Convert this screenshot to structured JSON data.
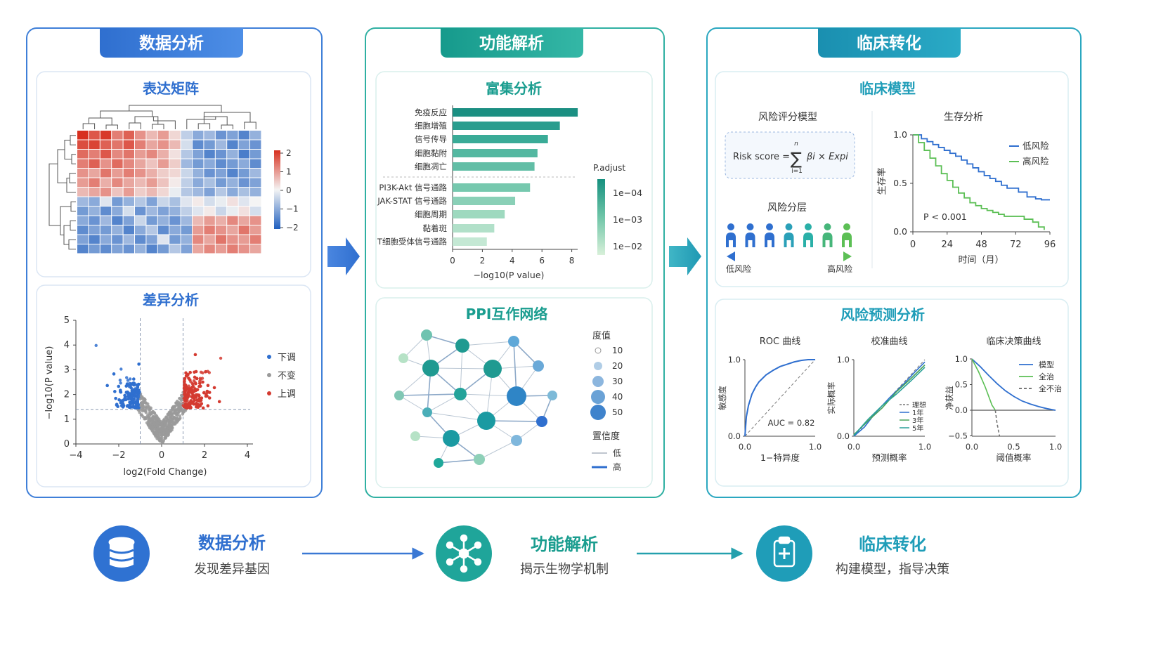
{
  "panels": [
    {
      "title": "数据分析",
      "color": "#2f72d2"
    },
    {
      "title": "功能解析",
      "color": "#1fa59a"
    },
    {
      "title": "临床转化",
      "color": "#1f9db8"
    }
  ],
  "expression": {
    "title": "表达矩阵",
    "legend_ticks": [
      "2",
      "1",
      "0",
      "−1",
      "−2"
    ],
    "matrix": [
      [
        2.0,
        1.6,
        1.9,
        1.2,
        1.5,
        1.0,
        0.6,
        0.9,
        0.3,
        -0.5,
        -1.0,
        -0.8,
        -1.3,
        -1.1,
        -1.5,
        -0.9
      ],
      [
        1.7,
        1.8,
        1.5,
        1.3,
        1.6,
        1.2,
        0.8,
        1.0,
        0.6,
        -0.3,
        -1.4,
        -1.2,
        -0.8,
        -1.5,
        -1.1,
        -1.3
      ],
      [
        1.4,
        1.2,
        1.6,
        1.1,
        1.3,
        0.9,
        1.1,
        0.7,
        0.2,
        -0.6,
        -1.1,
        -1.5,
        -1.3,
        -0.9,
        -1.6,
        -1.2
      ],
      [
        1.2,
        1.5,
        1.0,
        1.4,
        1.1,
        0.8,
        0.5,
        0.9,
        0.4,
        -0.8,
        -1.2,
        -1.0,
        -1.4,
        -1.2,
        -1.0,
        -1.4
      ],
      [
        1.0,
        0.8,
        1.3,
        0.9,
        1.2,
        1.0,
        0.7,
        0.4,
        0.3,
        -0.4,
        -0.9,
        -1.3,
        -1.1,
        -1.5,
        -1.2,
        -0.8
      ],
      [
        0.9,
        1.2,
        0.7,
        1.1,
        0.8,
        0.6,
        0.9,
        0.5,
        0.1,
        -0.5,
        -1.0,
        -0.7,
        -1.2,
        -0.9,
        -1.3,
        -1.1
      ],
      [
        0.6,
        0.8,
        1.0,
        0.5,
        0.9,
        0.4,
        0.6,
        0.3,
        -0.1,
        -0.6,
        -0.8,
        -1.1,
        -0.6,
        -1.0,
        -0.7,
        -0.9
      ],
      [
        -0.8,
        -1.0,
        -0.2,
        -1.2,
        -0.9,
        -0.6,
        -1.1,
        -0.4,
        -0.7,
        -0.2,
        0.1,
        -0.3,
        -0.1,
        0.2,
        -0.2,
        0.0
      ],
      [
        -1.2,
        -0.9,
        -1.4,
        -1.0,
        -0.3,
        -1.3,
        -0.8,
        -1.1,
        -0.9,
        -0.5,
        -0.2,
        0.1,
        -0.4,
        -0.1,
        0.2,
        -0.3
      ],
      [
        -1.0,
        -1.3,
        -0.8,
        -1.5,
        -1.1,
        -0.4,
        -1.2,
        -0.9,
        -1.3,
        -0.8,
        0.6,
        0.9,
        0.7,
        1.1,
        0.8,
        1.0
      ],
      [
        -1.4,
        -1.1,
        -1.2,
        -0.9,
        -1.5,
        -1.0,
        -0.6,
        -1.4,
        -1.0,
        -1.2,
        0.9,
        1.2,
        1.0,
        0.8,
        1.3,
        0.9
      ],
      [
        -1.1,
        -1.5,
        -1.0,
        -1.3,
        -0.8,
        -1.4,
        -1.1,
        -0.2,
        -1.2,
        -0.9,
        1.1,
        0.8,
        1.3,
        1.0,
        0.9,
        1.2
      ],
      [
        -1.5,
        -1.2,
        -1.4,
        -1.1,
        -1.3,
        -0.9,
        -1.5,
        -1.2,
        -0.6,
        -1.1,
        0.8,
        1.1,
        0.9,
        1.2,
        1.0,
        0.8
      ]
    ]
  },
  "volcano": {
    "title": "差异分析",
    "xlabel": "log2(Fold Change)",
    "ylabel": "−log10(P value)",
    "x_ticks": [
      "−4",
      "−2",
      "0",
      "2",
      "4"
    ],
    "y_ticks": [
      "0",
      "1",
      "2",
      "3",
      "4",
      "5"
    ],
    "legend": [
      "下调",
      "不变",
      "上调"
    ],
    "legend_colors": [
      "#2f6fcf",
      "#9a9a9a",
      "#d43a30"
    ]
  },
  "enrichment": {
    "title": "富集分析",
    "xlabel": "−log10(P value)",
    "x_ticks": [
      "0",
      "2",
      "4",
      "6",
      "8"
    ],
    "legend_title": "P.adjust",
    "legend_ticks": [
      "1e−04",
      "1e−03",
      "1e−02"
    ],
    "chart_data": {
      "type": "bar",
      "orientation": "horizontal",
      "categories": [
        "免疫反应",
        "细胞增殖",
        "信号传导",
        "细胞黏附",
        "细胞凋亡",
        "PI3K-Akt 信号通路",
        "JAK-STAT 信号通路",
        "细胞周期",
        "黏着斑",
        "T细胞受体信号通路"
      ],
      "values": [
        8.4,
        7.2,
        6.4,
        5.7,
        5.5,
        5.2,
        4.2,
        3.5,
        2.8,
        2.3
      ],
      "xlim": [
        0,
        8.5
      ]
    }
  },
  "ppi": {
    "title": "PPI互作网络",
    "legend_degree_title": "度值",
    "legend_degree": [
      "10",
      "20",
      "30",
      "40",
      "50"
    ],
    "legend_conf_title": "置信度",
    "legend_conf": [
      "低",
      "高"
    ]
  },
  "clinical_model": {
    "title": "临床模型",
    "risk_title": "风险评分模型",
    "formula_left": "Risk score =",
    "formula_sum_top": "n",
    "formula_sum_bottom": "i=1",
    "formula_term": "βi × Expi",
    "strat_title": "风险分层",
    "low_label": "低风险",
    "high_label": "高风险",
    "survival_title": "生存分析",
    "survival_xlabel": "时间（月）",
    "survival_ylabel": "生存率",
    "survival_x_ticks": [
      "0",
      "24",
      "48",
      "72",
      "96"
    ],
    "survival_y_ticks": [
      "0.0",
      "0.5",
      "1.0"
    ],
    "survival_legend": [
      "低风险",
      "高风险"
    ],
    "pvalue": "P < 0.001",
    "chart_data": {
      "type": "line",
      "series": [
        {
          "name": "低风险",
          "x": [
            0,
            6,
            10,
            14,
            18,
            22,
            26,
            30,
            34,
            38,
            42,
            46,
            50,
            54,
            58,
            62,
            66,
            70,
            74,
            80,
            86,
            90,
            96
          ],
          "y": [
            1.0,
            0.96,
            0.93,
            0.9,
            0.87,
            0.84,
            0.81,
            0.78,
            0.74,
            0.7,
            0.66,
            0.62,
            0.58,
            0.55,
            0.52,
            0.48,
            0.45,
            0.45,
            0.41,
            0.36,
            0.34,
            0.33,
            0.33
          ]
        },
        {
          "name": "高风险",
          "x": [
            0,
            4,
            8,
            12,
            16,
            20,
            24,
            28,
            32,
            36,
            40,
            44,
            48,
            52,
            56,
            60,
            64,
            68,
            72,
            78,
            84,
            88,
            92
          ],
          "y": [
            1.0,
            0.92,
            0.84,
            0.76,
            0.68,
            0.6,
            0.53,
            0.46,
            0.4,
            0.35,
            0.3,
            0.27,
            0.24,
            0.22,
            0.2,
            0.18,
            0.16,
            0.16,
            0.16,
            0.13,
            0.1,
            0.05,
            0.02
          ]
        }
      ],
      "xlim": [
        0,
        96
      ],
      "ylim": [
        0,
        1.0
      ]
    }
  },
  "risk_prediction": {
    "title": "风险预测分析",
    "roc": {
      "title": "ROC 曲线",
      "xlabel": "1−特异度",
      "ylabel": "敏感度",
      "x_ticks": [
        "0.0",
        "1.0"
      ],
      "y_ticks": [
        "0.0",
        "1.0"
      ],
      "auc": "AUC = 0.82",
      "chart_data": {
        "type": "line",
        "x": [
          0,
          0.02,
          0.05,
          0.1,
          0.15,
          0.2,
          0.3,
          0.4,
          0.5,
          0.6,
          0.7,
          0.8,
          0.9,
          1.0
        ],
        "y": [
          0,
          0.25,
          0.4,
          0.55,
          0.64,
          0.71,
          0.8,
          0.86,
          0.91,
          0.94,
          0.97,
          0.99,
          1.0,
          1.0
        ]
      }
    },
    "calibration": {
      "title": "校准曲线",
      "xlabel": "预测概率",
      "ylabel": "实际概率",
      "x_ticks": [
        "0.0",
        "1.0"
      ],
      "y_ticks": [
        "0.0",
        "1.0"
      ],
      "legend": [
        "理想",
        "1年",
        "3年",
        "5年"
      ],
      "legend_colors": [
        "#777777",
        "#2e6fcf",
        "#4aa35a",
        "#2aa198"
      ]
    },
    "dca": {
      "title": "临床决策曲线",
      "xlabel": "阈值概率",
      "ylabel": "净获益",
      "x_ticks": [
        "0.0",
        "0.5",
        "1.0"
      ],
      "y_ticks": [
        "−0.5",
        "0.0",
        "0.5",
        "1.0"
      ],
      "legend": [
        "模型",
        "全治",
        "全不治"
      ]
    }
  },
  "workflow": [
    {
      "title": "数据分析",
      "subtitle": "发现差异基因",
      "color": "#2f72d2",
      "icon": "database-icon"
    },
    {
      "title": "功能解析",
      "subtitle": "揭示生物学机制",
      "color": "#1fa59a",
      "icon": "network-icon"
    },
    {
      "title": "临床转化",
      "subtitle": "构建模型，指导决策",
      "color": "#1f9db8",
      "icon": "clipboard-icon"
    }
  ]
}
